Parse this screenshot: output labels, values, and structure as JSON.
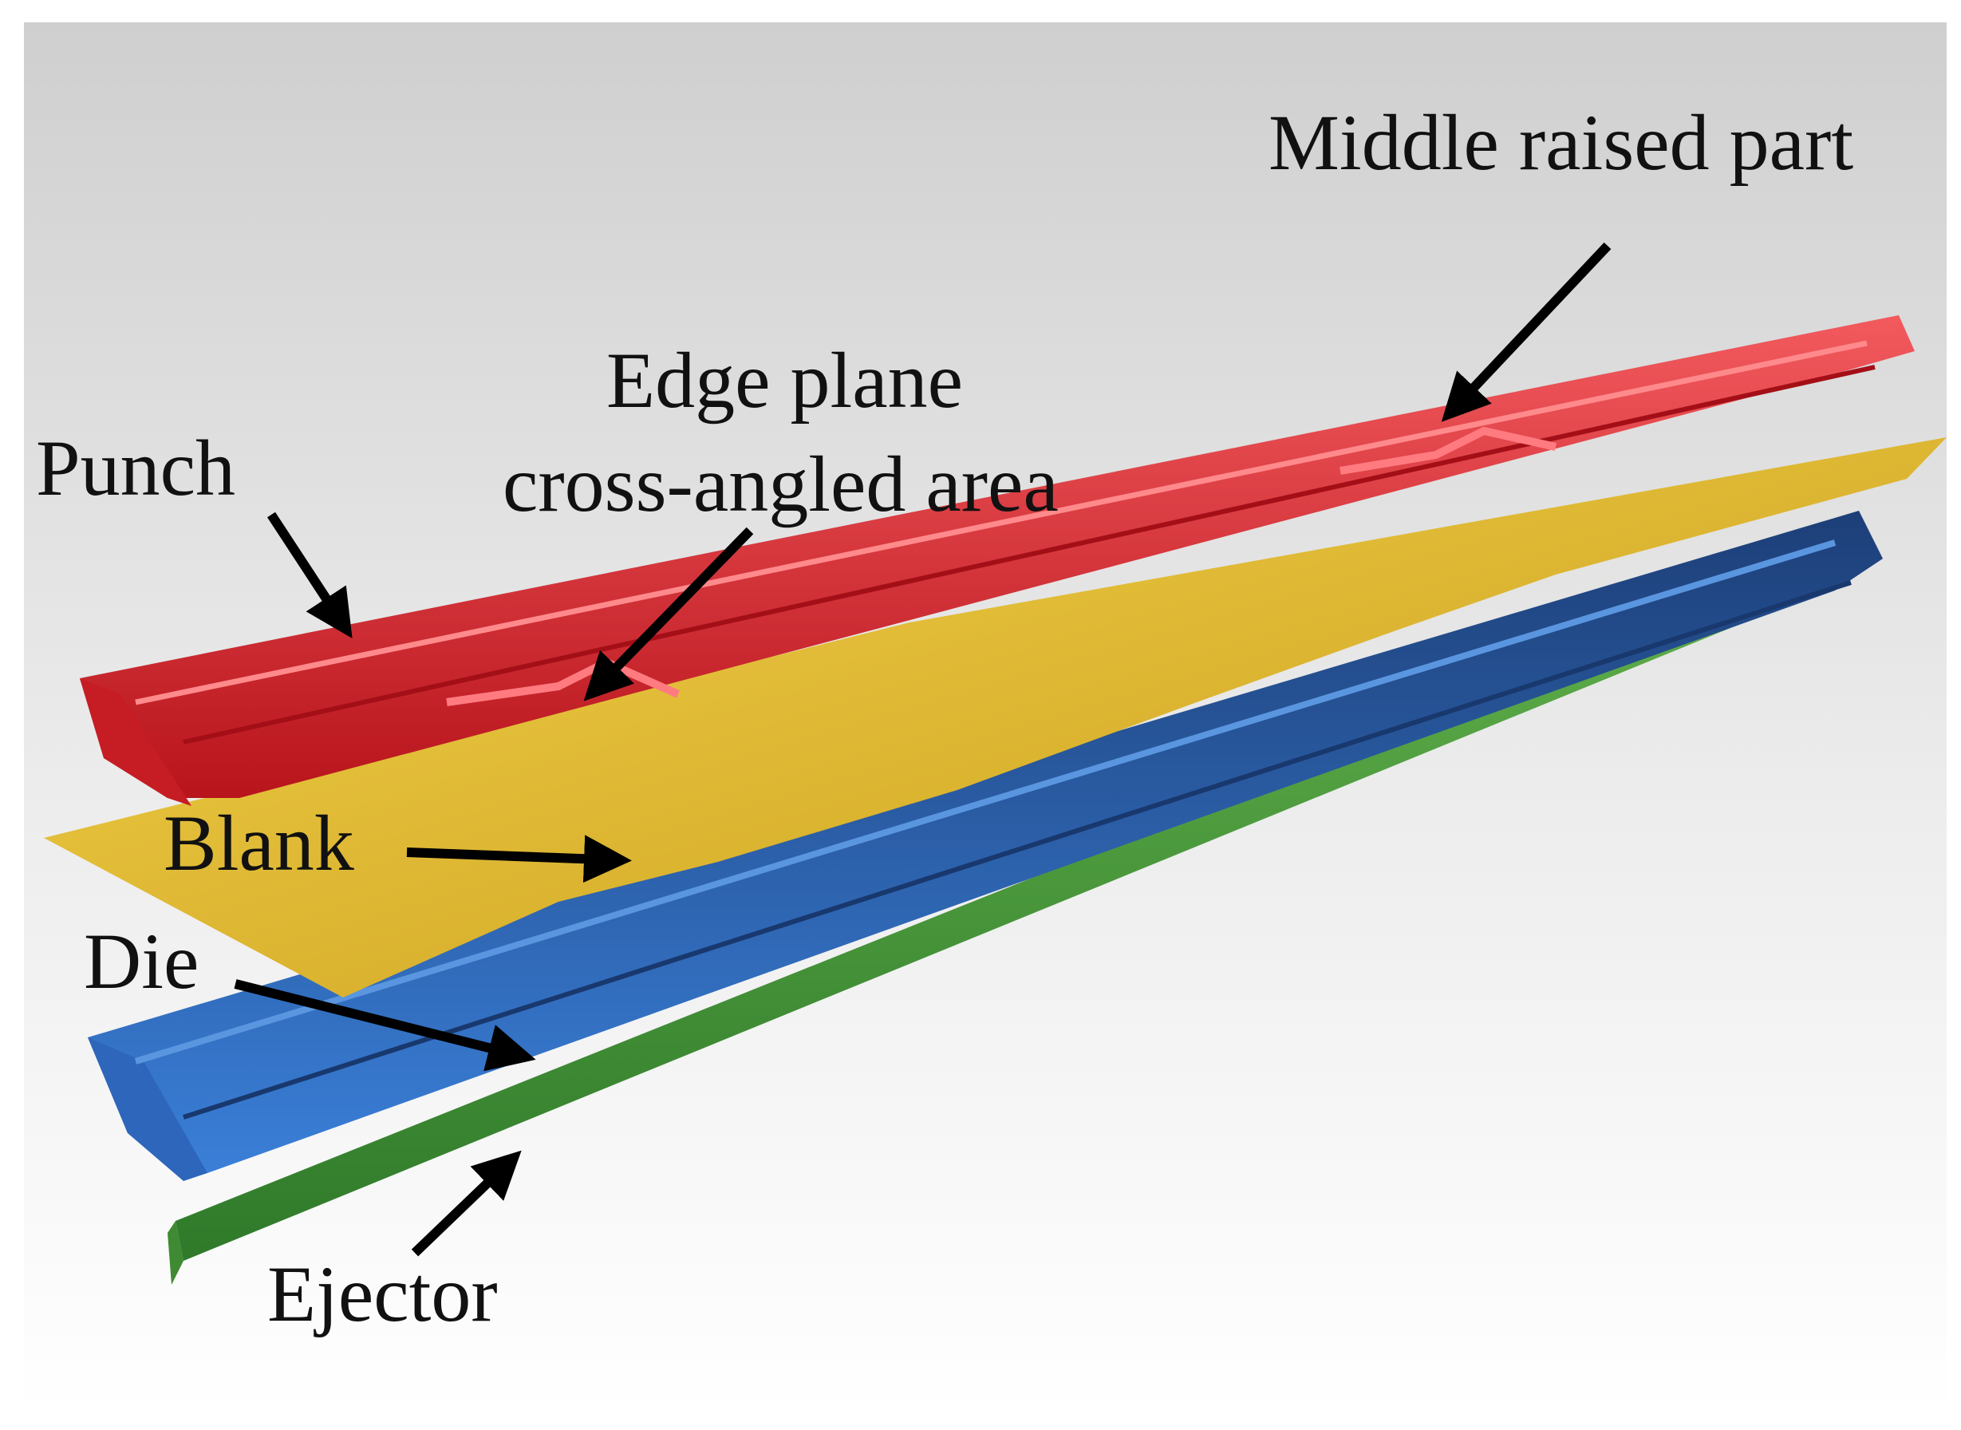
{
  "labels": {
    "middle_raised_part": "Middle raised part",
    "edge_plane_line1": "Edge plane",
    "edge_plane_line2": "cross-angled area",
    "punch": "Punch",
    "blank": "Blank",
    "die": "Die",
    "ejector": "Ejector"
  },
  "parts": [
    {
      "name": "Punch",
      "color": "#e8343a"
    },
    {
      "name": "Blank",
      "color": "#e8c43a"
    },
    {
      "name": "Die",
      "color": "#2f6fc8"
    },
    {
      "name": "Ejector",
      "color": "#4c9a3c"
    }
  ],
  "background": {
    "top": "#d2d2d2",
    "bottom": "#ffffff"
  }
}
